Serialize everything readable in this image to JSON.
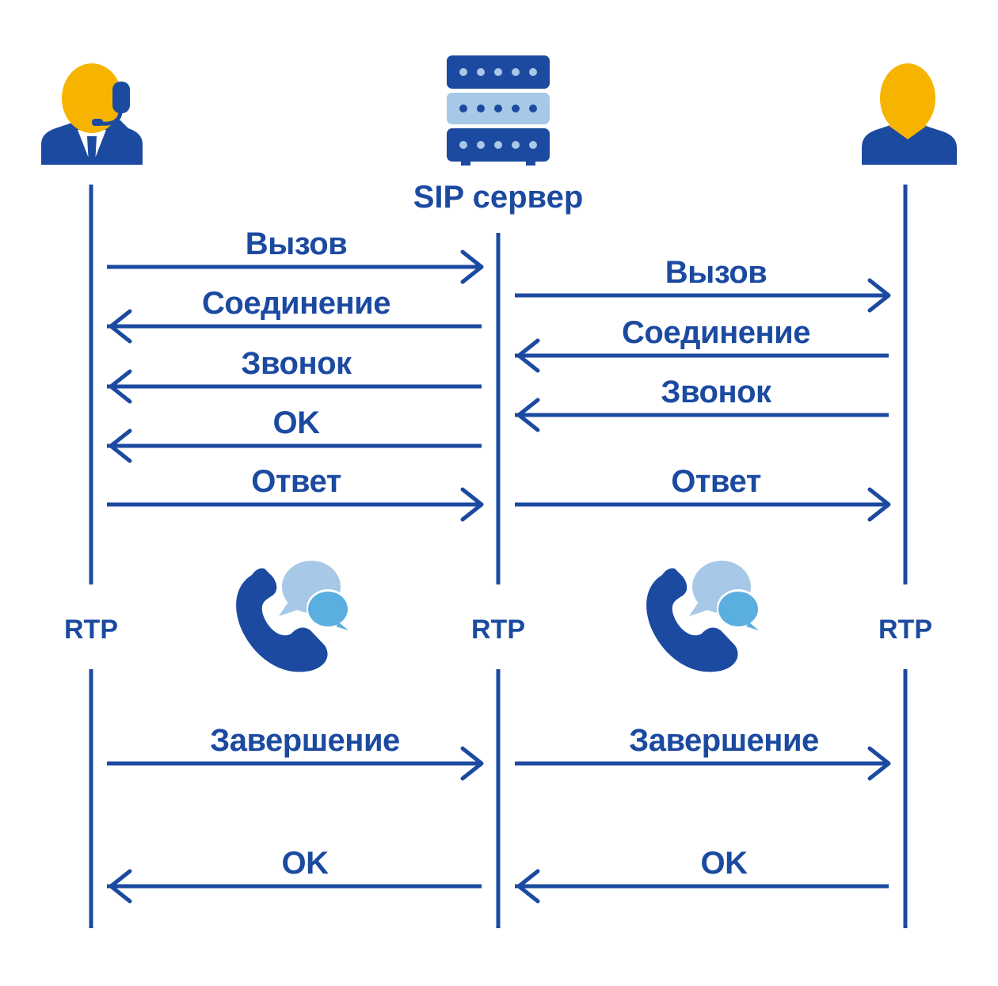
{
  "colors": {
    "primary": "#1b4aa0",
    "accent": "#f6b400",
    "light_blue": "#a7c8e6",
    "sky_blue": "#5aaee0",
    "background": "#ffffff"
  },
  "actors": {
    "left": {
      "icon": "operator-headset-icon"
    },
    "center": {
      "icon": "server-rack-icon",
      "label": "SIP сервер"
    },
    "right": {
      "icon": "user-icon"
    }
  },
  "rtp": {
    "left": "RTP",
    "center": "RTP",
    "right": "RTP",
    "icons": [
      "phone-chat-icon",
      "phone-chat-icon"
    ]
  },
  "messages": {
    "left": [
      {
        "label": "Вызов",
        "direction": "right"
      },
      {
        "label": "Соединение",
        "direction": "left"
      },
      {
        "label": "Звонок",
        "direction": "left"
      },
      {
        "label": "OK",
        "direction": "left"
      },
      {
        "label": "Ответ",
        "direction": "right"
      },
      {
        "label": "Завершение",
        "direction": "right"
      },
      {
        "label": "OK",
        "direction": "left"
      }
    ],
    "right": [
      {
        "label": "Вызов",
        "direction": "right"
      },
      {
        "label": "Соединение",
        "direction": "left"
      },
      {
        "label": "Звонок",
        "direction": "left"
      },
      {
        "label": "Ответ",
        "direction": "right"
      },
      {
        "label": "Завершение",
        "direction": "right"
      },
      {
        "label": "OK",
        "direction": "left"
      }
    ]
  }
}
